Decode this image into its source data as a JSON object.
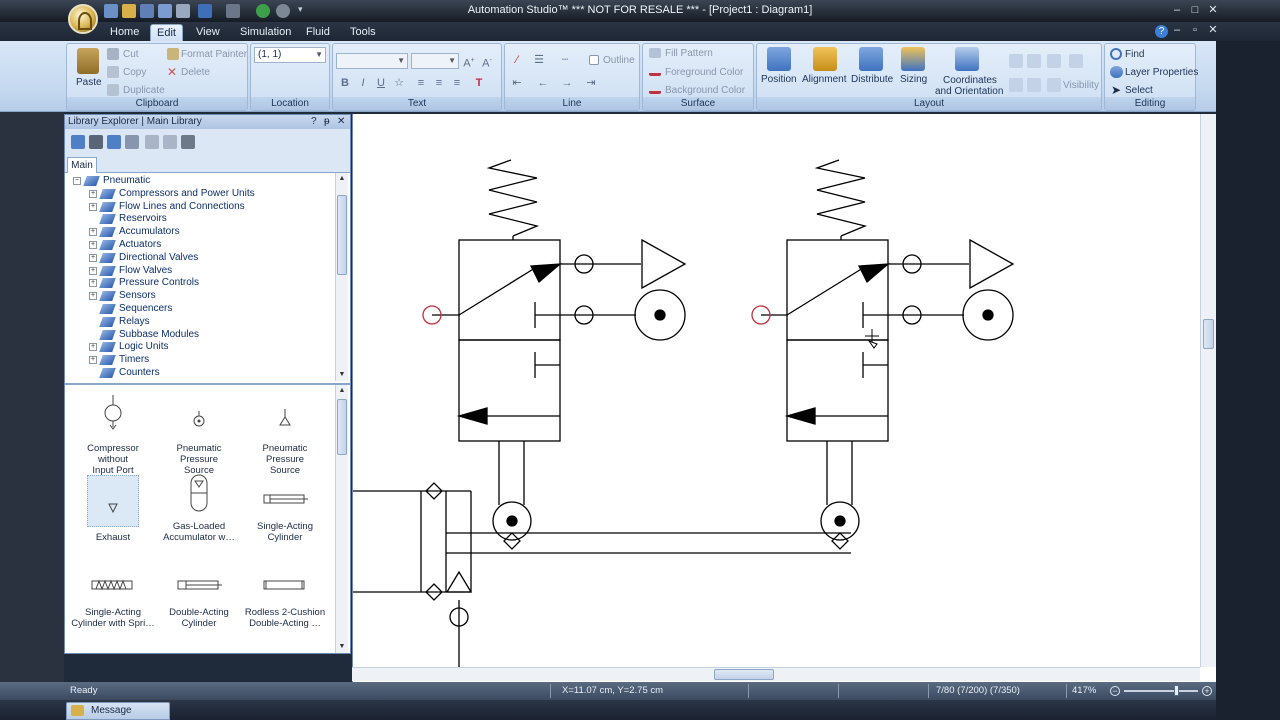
{
  "window": {
    "title": "Automation Studio™   *** NOT FOR RESALE ***    - [Project1 : Diagram1]"
  },
  "tabs": [
    {
      "label": "Home"
    },
    {
      "label": "Edit"
    },
    {
      "label": "View"
    },
    {
      "label": "Simulation"
    },
    {
      "label": "Fluid"
    },
    {
      "label": "Tools"
    }
  ],
  "ribbon": {
    "clipboard": {
      "label": "Clipboard",
      "paste": "Paste",
      "cut": "Cut",
      "copy": "Copy",
      "duplicate": "Duplicate",
      "format_painter": "Format Painter",
      "delete": "Delete"
    },
    "location": {
      "label": "Location",
      "value": "(1, 1)"
    },
    "text": {
      "label": "Text",
      "bold": "B",
      "italic": "I",
      "underline": "U"
    },
    "line": {
      "label": "Line",
      "outline": "Outline"
    },
    "surface": {
      "label": "Surface",
      "fill_pattern": "Fill Pattern",
      "foreground_color": "Foreground Color",
      "background_color": "Background Color"
    },
    "layout": {
      "label": "Layout",
      "position": "Position",
      "alignment": "Alignment",
      "distribute": "Distribute",
      "sizing": "Sizing",
      "coordinates_line1": "Coordinates",
      "coordinates_line2": "and Orientation",
      "visibility": "Visibility"
    },
    "editing": {
      "label": "Editing",
      "find": "Find",
      "layer_properties": "Layer Properties",
      "select": "Select"
    }
  },
  "library": {
    "header": "Library Explorer | Main Library",
    "tab": "Main",
    "tree": [
      {
        "label": "Pneumatic",
        "level": 0,
        "expander": "−"
      },
      {
        "label": "Compressors and Power Units",
        "level": 1,
        "expander": "+"
      },
      {
        "label": "Flow Lines and Connections",
        "level": 1,
        "expander": "+"
      },
      {
        "label": "Reservoirs",
        "level": 1,
        "expander": ""
      },
      {
        "label": "Accumulators",
        "level": 1,
        "expander": "+"
      },
      {
        "label": "Actuators",
        "level": 1,
        "expander": "+"
      },
      {
        "label": "Directional Valves",
        "level": 1,
        "expander": "+"
      },
      {
        "label": "Flow Valves",
        "level": 1,
        "expander": "+"
      },
      {
        "label": "Pressure Controls",
        "level": 1,
        "expander": "+"
      },
      {
        "label": "Sensors",
        "level": 1,
        "expander": "+"
      },
      {
        "label": "Sequencers",
        "level": 1,
        "expander": ""
      },
      {
        "label": "Relays",
        "level": 1,
        "expander": ""
      },
      {
        "label": "Subbase Modules",
        "level": 1,
        "expander": ""
      },
      {
        "label": "Logic Units",
        "level": 1,
        "expander": "+"
      },
      {
        "label": "Timers",
        "level": 1,
        "expander": "+"
      },
      {
        "label": "Counters",
        "level": 1,
        "expander": ""
      }
    ],
    "palette": [
      {
        "line1": "Compressor without",
        "line2": "Input Port"
      },
      {
        "line1": "Pneumatic Pressure",
        "line2": "Source"
      },
      {
        "line1": "Pneumatic Pressure",
        "line2": "Source"
      },
      {
        "line1": "Exhaust",
        "line2": ""
      },
      {
        "line1": "Gas-Loaded",
        "line2": "Accumulator w…"
      },
      {
        "line1": "Single-Acting",
        "line2": "Cylinder"
      },
      {
        "line1": "Single-Acting",
        "line2": "Cylinder with Spri…"
      },
      {
        "line1": "Double-Acting",
        "line2": "Cylinder"
      },
      {
        "line1": "Rodless 2-Cushion",
        "line2": "Double-Acting …"
      }
    ]
  },
  "status": {
    "ready": "Ready",
    "coords": "X=11.07 cm, Y=2.75 cm",
    "count": "7/80 (7/200) (7/350)",
    "zoom": "417%"
  },
  "message_explorer": "Message Explorer",
  "colors": {
    "accent": "#1f5fb6",
    "port": "#c0303f",
    "canvas": "#ffffff"
  }
}
